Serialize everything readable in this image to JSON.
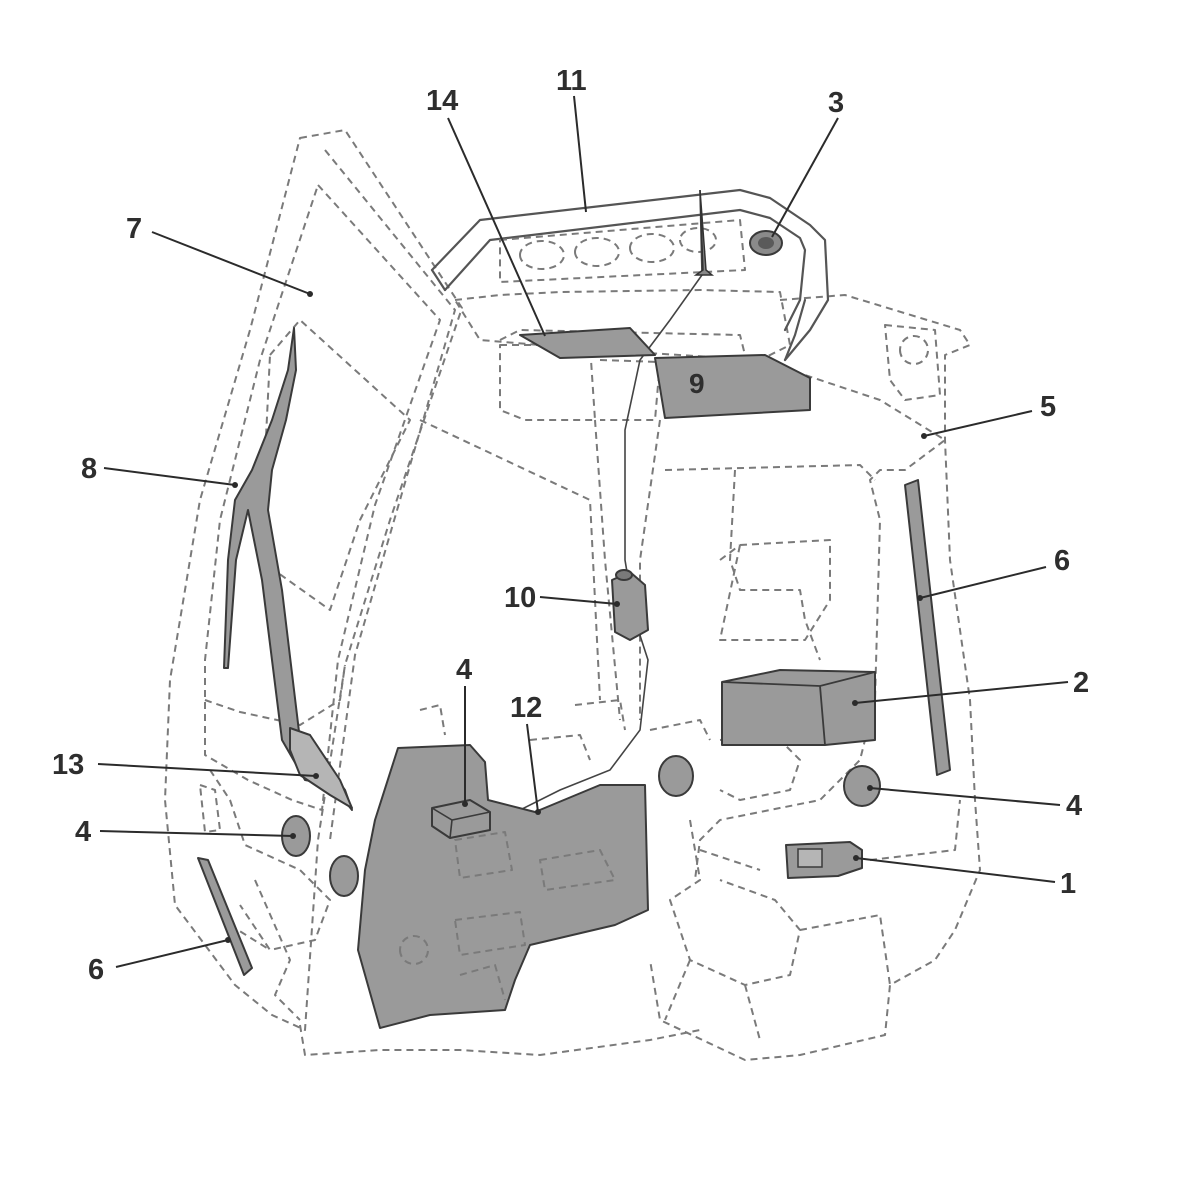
{
  "colors": {
    "part_fill": "#9a9a9a",
    "part_fill_light": "#b5b5b5",
    "outline_dashed": "#7a7a7a",
    "line": "#2b2b2b",
    "background": "#ffffff"
  },
  "callouts": {
    "c1": "1",
    "c2": "2",
    "c3": "3",
    "c4a": "4",
    "c4b": "4",
    "c4c": "4",
    "c5": "5",
    "c6a": "6",
    "c6b": "6",
    "c7": "7",
    "c8": "8",
    "c9": "9",
    "c10": "10",
    "c11": "11",
    "c12": "12",
    "c13": "13",
    "c14": "14"
  }
}
